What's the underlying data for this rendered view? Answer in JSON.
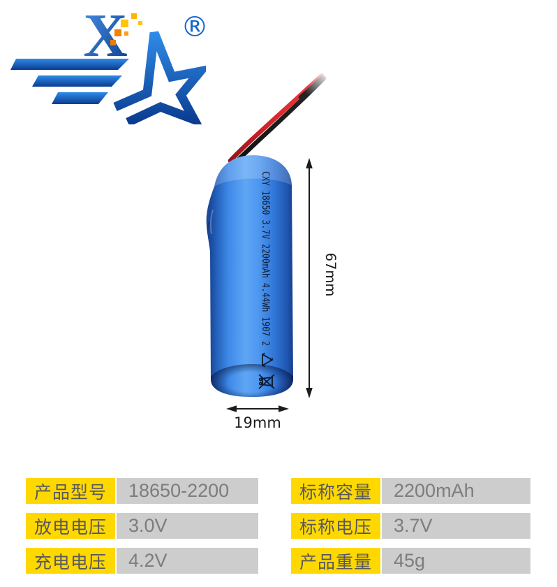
{
  "logo": {
    "letter": "X",
    "registered": "®",
    "icons": [
      "wing-stripes-icon",
      "star-icon",
      "pixel-trail-icon"
    ]
  },
  "battery": {
    "print_text": "CXY 18650 3.7V 2200mAh 4.44Wh 1907 2",
    "icons": [
      "recycle-icon",
      "no-trash-bin-icon"
    ],
    "wire_colors": [
      "red",
      "black"
    ]
  },
  "dimensions": {
    "height": "67mm",
    "diameter": "19mm"
  },
  "specs": [
    {
      "label": "产品型号",
      "value": "18650-2200"
    },
    {
      "label": "标称容量",
      "value": "2200mAh"
    },
    {
      "label": "放电电压",
      "value": "3.0V"
    },
    {
      "label": "标称电压",
      "value": "3.7V"
    },
    {
      "label": "充电电压",
      "value": "4.2V"
    },
    {
      "label": "产品重量",
      "value": "45g"
    }
  ],
  "colors": {
    "label_bg": "#FFD800",
    "label_text": "#57585C",
    "value_bg": "#CDCDCD",
    "value_text": "#7C7D7F",
    "battery_blue": "#3F8AE8",
    "battery_blue_dark": "#1B4A9C",
    "logo_blue": "#1565C8",
    "logo_orange": "#F5A00A",
    "wire_red": "#D6232A",
    "wire_black": "#1A1A1A",
    "dimension_ink": "#1C1C1C",
    "background": "#FFFFFF"
  }
}
